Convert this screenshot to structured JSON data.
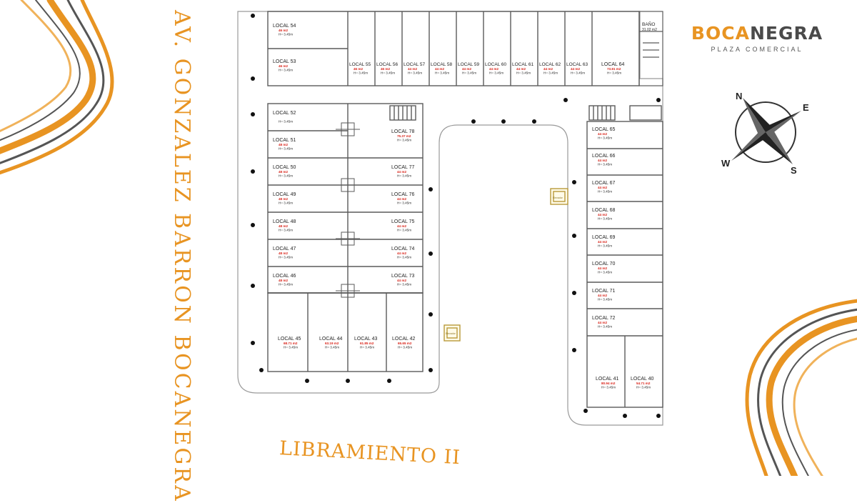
{
  "street_left": "AV. GONZALEZ BARRON BOCANEGRA",
  "street_bottom": "LIBRAMIENTO II",
  "brand": {
    "name_a": "BOCA",
    "name_b": "NEGRA",
    "subtitle": "PLAZA COMERCIAL"
  },
  "compass": {
    "n": "N",
    "e": "E",
    "s": "S",
    "w": "W"
  },
  "colors": {
    "accent": "#e89422",
    "wall": "#5a5a5a",
    "text_area": "#d9241a",
    "text": "#222222"
  },
  "bathroom": {
    "name": "BAÑO",
    "area": "31.02 m2"
  },
  "stairs_label": "Elevador",
  "locals": [
    {
      "id": "54",
      "name": "LOCAL 54",
      "area": "46 m2",
      "height": "H= 3.45m"
    },
    {
      "id": "53",
      "name": "LOCAL 53",
      "area": "46 m2",
      "height": "H= 3.45m"
    },
    {
      "id": "55",
      "name": "LOCAL 55",
      "area": "46 m2",
      "height": "H= 3.45m"
    },
    {
      "id": "56",
      "name": "LOCAL 56",
      "area": "46 m2",
      "height": "H= 3.45m"
    },
    {
      "id": "57",
      "name": "LOCAL 57",
      "area": "44 m2",
      "height": "H= 3.45m"
    },
    {
      "id": "58",
      "name": "LOCAL 58",
      "area": "44 m2",
      "height": "H= 3.45m"
    },
    {
      "id": "59",
      "name": "LOCAL 59",
      "area": "44 m2",
      "height": "H= 3.45m"
    },
    {
      "id": "60",
      "name": "LOCAL 60",
      "area": "44 m2",
      "height": "H= 3.45m"
    },
    {
      "id": "61",
      "name": "LOCAL 61",
      "area": "44 m2",
      "height": "H= 3.45m"
    },
    {
      "id": "62",
      "name": "LOCAL 62",
      "area": "44 m2",
      "height": "H= 3.45m"
    },
    {
      "id": "63",
      "name": "LOCAL 63",
      "area": "44 m2",
      "height": "H= 3.45m"
    },
    {
      "id": "64",
      "name": "LOCAL 64",
      "area": "73.81 m2",
      "height": "H= 3.45m"
    },
    {
      "id": "52",
      "name": "LOCAL 52",
      "area": "",
      "height": "H= 3.45m"
    },
    {
      "id": "51",
      "name": "LOCAL 51",
      "area": "48 m2",
      "height": "H= 3.45m"
    },
    {
      "id": "50",
      "name": "LOCAL 50",
      "area": "48 m2",
      "height": "H= 3.45m"
    },
    {
      "id": "49",
      "name": "LOCAL 49",
      "area": "48 m2",
      "height": "H= 3.45m"
    },
    {
      "id": "48",
      "name": "LOCAL 48",
      "area": "48 m2",
      "height": "H= 3.45m"
    },
    {
      "id": "47",
      "name": "LOCAL 47",
      "area": "48 m2",
      "height": "H= 3.45m"
    },
    {
      "id": "46",
      "name": "LOCAL 46",
      "area": "48 m2",
      "height": "H= 3.45m"
    },
    {
      "id": "78",
      "name": "LOCAL 78",
      "area": "75.37 m2",
      "height": "H= 3.45m"
    },
    {
      "id": "77",
      "name": "LOCAL 77",
      "area": "44 m2",
      "height": "H= 3.45m"
    },
    {
      "id": "76",
      "name": "LOCAL 76",
      "area": "44 m2",
      "height": "H= 3.45m"
    },
    {
      "id": "75",
      "name": "LOCAL 75",
      "area": "44 m2",
      "height": "H= 3.45m"
    },
    {
      "id": "74",
      "name": "LOCAL 74",
      "area": "44 m2",
      "height": "H= 3.45m"
    },
    {
      "id": "73",
      "name": "LOCAL 73",
      "area": "44 m2",
      "height": "H= 3.45m"
    },
    {
      "id": "45",
      "name": "LOCAL 45",
      "area": "68.71 m2",
      "height": "H= 3.45m"
    },
    {
      "id": "44",
      "name": "LOCAL 44",
      "area": "63.19 m2",
      "height": "H= 3.45m"
    },
    {
      "id": "43",
      "name": "LOCAL 43",
      "area": "61.85 m2",
      "height": "H= 3.45m"
    },
    {
      "id": "42",
      "name": "LOCAL 42",
      "area": "65.65 m2",
      "height": "H= 3.45m"
    },
    {
      "id": "65",
      "name": "LOCAL 65",
      "area": "44 m2",
      "height": "H= 3.45m"
    },
    {
      "id": "66",
      "name": "LOCAL 66",
      "area": "44 m2",
      "height": "H= 3.45m"
    },
    {
      "id": "67",
      "name": "LOCAL 67",
      "area": "44 m2",
      "height": "H= 3.45m"
    },
    {
      "id": "68",
      "name": "LOCAL 68",
      "area": "44 m2",
      "height": "H= 3.45m"
    },
    {
      "id": "69",
      "name": "LOCAL 69",
      "area": "44 m2",
      "height": "H= 3.45m"
    },
    {
      "id": "70",
      "name": "LOCAL 70",
      "area": "44 m2",
      "height": "H= 3.45m"
    },
    {
      "id": "71",
      "name": "LOCAL 71",
      "area": "44 m2",
      "height": "H= 3.45m"
    },
    {
      "id": "72",
      "name": "LOCAL 72",
      "area": "44 m2",
      "height": "H= 3.45m"
    },
    {
      "id": "41",
      "name": "LOCAL 41",
      "area": "80.94 m2",
      "height": "H= 3.45m"
    },
    {
      "id": "40",
      "name": "LOCAL 40",
      "area": "54.71 m2",
      "height": "H= 3.45m"
    }
  ]
}
